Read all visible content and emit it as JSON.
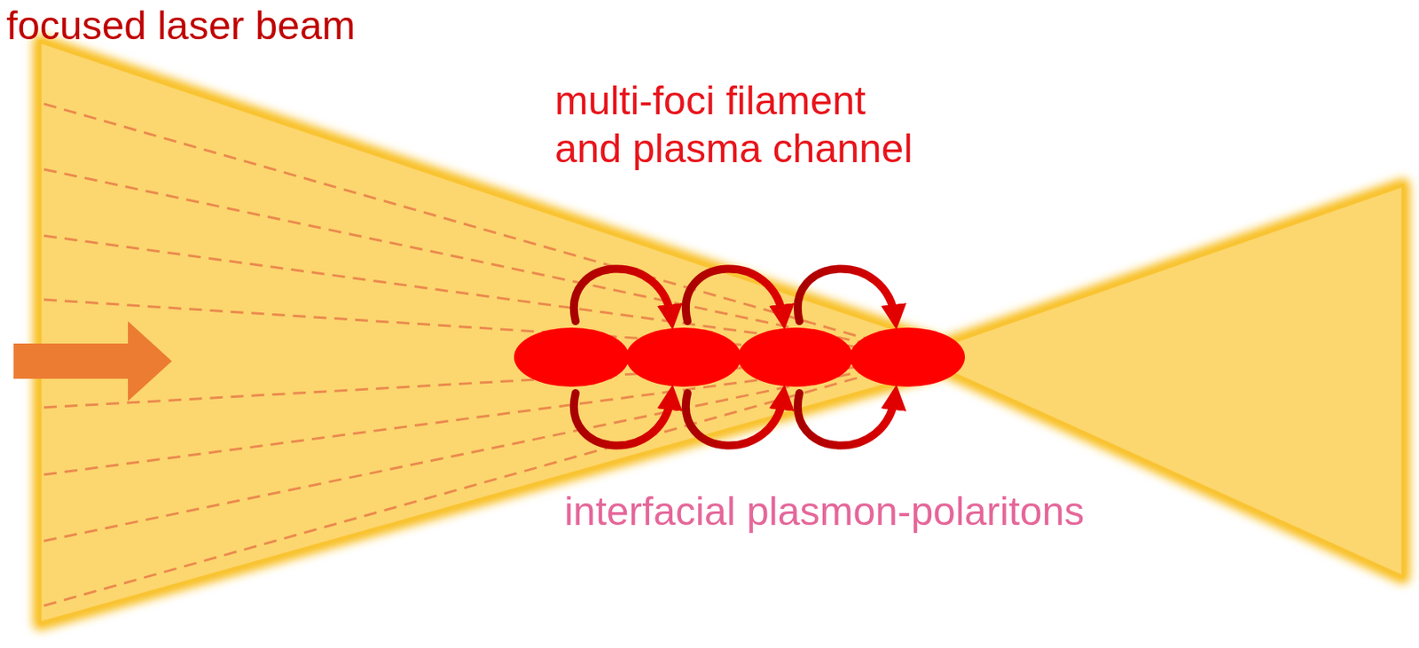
{
  "diagram": {
    "labels": [
      "focused laser beam",
      "multi-foci filament and plasma channel",
      "interfacial plasmon-polaritons"
    ]
  }
}
